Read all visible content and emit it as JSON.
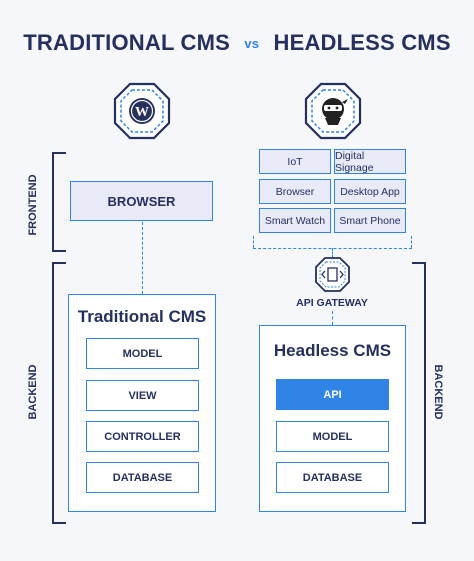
{
  "title": {
    "left": "TRADITIONAL CMS",
    "vs": "vs",
    "right": "HEADLESS CMS"
  },
  "labels": {
    "frontend": "FRONTEND",
    "backend": "BACKEND",
    "backend_right": "BACKEND"
  },
  "icons": {
    "left": "wordpress-icon",
    "right": "ninja-mascot-icon",
    "gateway": "api-gateway-icon"
  },
  "traditional": {
    "browser": "BROWSER",
    "title": "Traditional CMS",
    "layers": [
      "MODEL",
      "VIEW",
      "CONTROLLER",
      "DATABASE"
    ]
  },
  "headless": {
    "devices": [
      "IoT",
      "Digital Signage",
      "Browser",
      "Desktop App",
      "Smart Watch",
      "Smart Phone"
    ],
    "gateway_label": "API GATEWAY",
    "title": "Headless CMS",
    "layers": [
      "API",
      "MODEL",
      "DATABASE"
    ]
  },
  "colors": {
    "accent": "#2f84e6",
    "navy": "#25305d",
    "device_fill": "#e8eaf8",
    "background": "#f5f7fb"
  }
}
